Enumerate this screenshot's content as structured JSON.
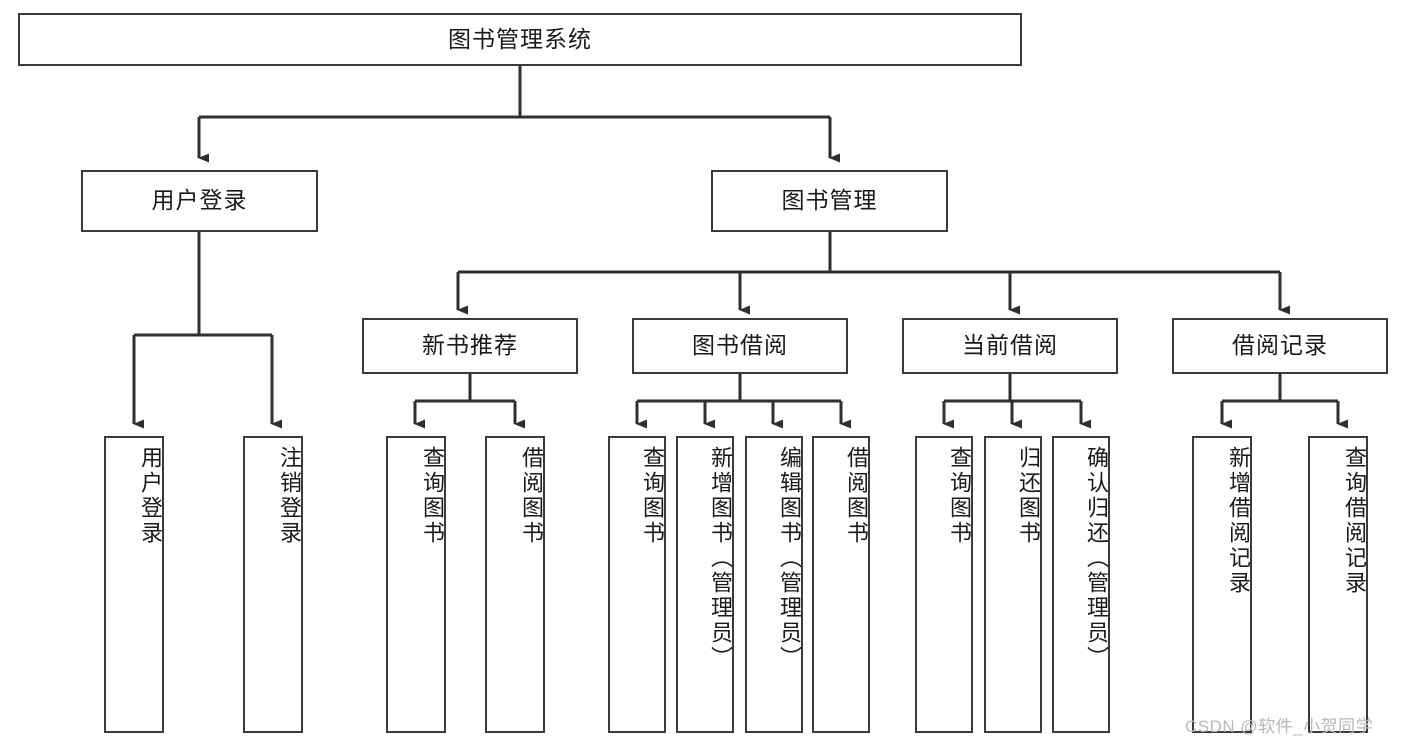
{
  "diagram": {
    "title_node": "图书管理系统",
    "watermark": "CSDN @软件_小贺同学",
    "colors": {
      "box_border": "#3b3b3b",
      "box_fill": "#ffffff",
      "connector": "#2f2f2f",
      "text": "#1a1a1a",
      "watermark": "#b9b9b9"
    },
    "level2": {
      "user_login": "用户登录",
      "book_manage": "图书管理"
    },
    "level3": {
      "new_book_rec": "新书推荐",
      "book_borrow": "图书借阅",
      "current_borrow": "当前借阅",
      "borrow_record": "借阅记录"
    },
    "leaves": {
      "user_login_1": "用户登录",
      "user_login_2": "注销登录",
      "new_book_1": "查询图书",
      "new_book_2": "借阅图书",
      "borrow_1": "查询图书",
      "borrow_2": "新增图书（管理员）",
      "borrow_3": "编辑图书（管理员）",
      "borrow_4": "借阅图书",
      "current_1": "查询图书",
      "current_2": "归还图书",
      "current_3": "确认归还（管理员）",
      "record_1": "新增借阅记录",
      "record_2": "查询借阅记录"
    }
  },
  "chart_data": {
    "type": "diagram",
    "diagram_kind": "hierarchy-tree",
    "title": "图书管理系统",
    "orientation": "top-down",
    "levels": 4,
    "nodes": [
      {
        "id": "root",
        "label": "图书管理系统",
        "level": 1,
        "parent": null
      },
      {
        "id": "n_user_login",
        "label": "用户登录",
        "level": 2,
        "parent": "root"
      },
      {
        "id": "n_book_manage",
        "label": "图书管理",
        "level": 2,
        "parent": "root"
      },
      {
        "id": "n_new_book_rec",
        "label": "新书推荐",
        "level": 3,
        "parent": "n_book_manage"
      },
      {
        "id": "n_book_borrow",
        "label": "图书借阅",
        "level": 3,
        "parent": "n_book_manage"
      },
      {
        "id": "n_current_borrow",
        "label": "当前借阅",
        "level": 3,
        "parent": "n_book_manage"
      },
      {
        "id": "n_borrow_record",
        "label": "借阅记录",
        "level": 3,
        "parent": "n_book_manage"
      },
      {
        "id": "l_user_login_1",
        "label": "用户登录",
        "level": 4,
        "parent": "n_user_login"
      },
      {
        "id": "l_user_login_2",
        "label": "注销登录",
        "level": 4,
        "parent": "n_user_login"
      },
      {
        "id": "l_new_book_1",
        "label": "查询图书",
        "level": 4,
        "parent": "n_new_book_rec"
      },
      {
        "id": "l_new_book_2",
        "label": "借阅图书",
        "level": 4,
        "parent": "n_new_book_rec"
      },
      {
        "id": "l_borrow_1",
        "label": "查询图书",
        "level": 4,
        "parent": "n_book_borrow"
      },
      {
        "id": "l_borrow_2",
        "label": "新增图书（管理员）",
        "level": 4,
        "parent": "n_book_borrow"
      },
      {
        "id": "l_borrow_3",
        "label": "编辑图书（管理员）",
        "level": 4,
        "parent": "n_book_borrow"
      },
      {
        "id": "l_borrow_4",
        "label": "借阅图书",
        "level": 4,
        "parent": "n_book_borrow"
      },
      {
        "id": "l_current_1",
        "label": "查询图书",
        "level": 4,
        "parent": "n_current_borrow"
      },
      {
        "id": "l_current_2",
        "label": "归还图书",
        "level": 4,
        "parent": "n_current_borrow"
      },
      {
        "id": "l_current_3",
        "label": "确认归还（管理员）",
        "level": 4,
        "parent": "n_current_borrow"
      },
      {
        "id": "l_record_1",
        "label": "新增借阅记录",
        "level": 4,
        "parent": "n_borrow_record"
      },
      {
        "id": "l_record_2",
        "label": "查询借阅记录",
        "level": 4,
        "parent": "n_borrow_record"
      }
    ],
    "edges": [
      {
        "from": "root",
        "to": "n_user_login"
      },
      {
        "from": "root",
        "to": "n_book_manage"
      },
      {
        "from": "n_book_manage",
        "to": "n_new_book_rec"
      },
      {
        "from": "n_book_manage",
        "to": "n_book_borrow"
      },
      {
        "from": "n_book_manage",
        "to": "n_current_borrow"
      },
      {
        "from": "n_book_manage",
        "to": "n_borrow_record"
      },
      {
        "from": "n_user_login",
        "to": "l_user_login_1"
      },
      {
        "from": "n_user_login",
        "to": "l_user_login_2"
      },
      {
        "from": "n_new_book_rec",
        "to": "l_new_book_1"
      },
      {
        "from": "n_new_book_rec",
        "to": "l_new_book_2"
      },
      {
        "from": "n_book_borrow",
        "to": "l_borrow_1"
      },
      {
        "from": "n_book_borrow",
        "to": "l_borrow_2"
      },
      {
        "from": "n_book_borrow",
        "to": "l_borrow_3"
      },
      {
        "from": "n_book_borrow",
        "to": "l_borrow_4"
      },
      {
        "from": "n_current_borrow",
        "to": "l_current_1"
      },
      {
        "from": "n_current_borrow",
        "to": "l_current_2"
      },
      {
        "from": "n_current_borrow",
        "to": "l_current_3"
      },
      {
        "from": "n_borrow_record",
        "to": "l_record_1"
      },
      {
        "from": "n_borrow_record",
        "to": "l_record_2"
      }
    ]
  }
}
